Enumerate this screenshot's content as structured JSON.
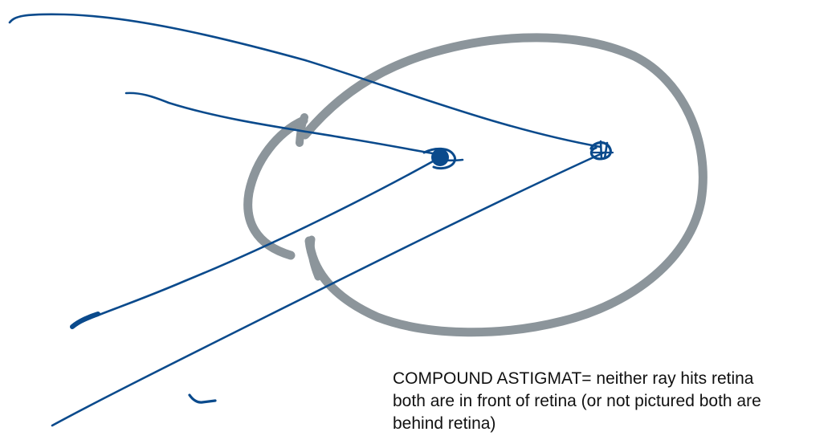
{
  "diagram": {
    "caption_lines": [
      "COMPOUND ASTIGMAT= neither ray hits retina",
      "both are in front of retina (or not pictured both are",
      "behind retina)"
    ]
  },
  "colors": {
    "eyeball": "#8c959b",
    "rays": "#0a4a8c",
    "text": "#111111",
    "background": "#ffffff"
  }
}
